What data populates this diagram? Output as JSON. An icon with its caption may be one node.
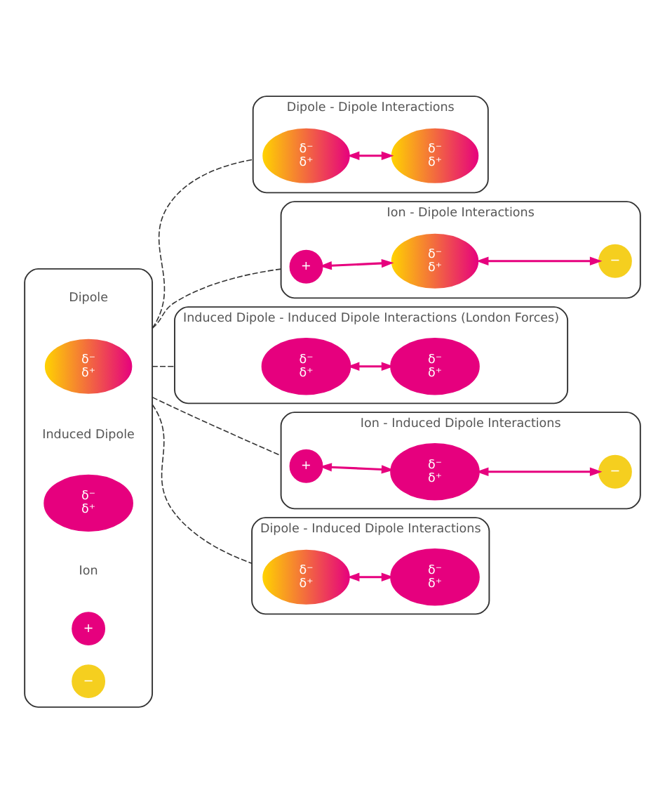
{
  "diagram": {
    "nodes": [
      {
        "text": [],
        "shape": "box"
      },
      {
        "text": [
          "δ⁻",
          "δ⁺"
        ],
        "in": 0
      },
      {
        "text": [
          "δ⁻",
          "δ⁺"
        ],
        "in": 0
      },
      {
        "text": [
          "+"
        ],
        "in": 0
      },
      {
        "text": [
          "−"
        ],
        "in": 0
      },
      {
        "text": [
          "Dipole - Dipole Interactions"
        ]
      },
      {
        "text": [
          "δ⁻",
          "δ⁺"
        ],
        "in": 5
      },
      {
        "text": [
          "δ⁻",
          "δ⁺"
        ],
        "in": 5
      },
      {
        "text": [
          "Ion - Dipole Interactions"
        ]
      },
      {
        "text": [
          "+"
        ],
        "in": 8
      },
      {
        "text": [
          "δ⁻",
          "δ⁺"
        ],
        "in": 8
      },
      {
        "text": [
          "−"
        ],
        "in": 8
      },
      {
        "text": [
          "Induced Dipole - Induced Dipole Interactions (London Forces)"
        ]
      },
      {
        "text": [
          "δ⁻",
          "δ⁺"
        ],
        "in": 12
      },
      {
        "text": [
          "δ⁻",
          "δ⁺"
        ],
        "in": 12
      },
      {
        "text": [
          "Ion - Induced Dipole Interactions"
        ]
      },
      {
        "text": [
          "+"
        ],
        "in": 15
      },
      {
        "text": [
          "δ⁻",
          "δ⁺"
        ],
        "in": 15
      },
      {
        "text": [
          "−"
        ],
        "in": 15
      },
      {
        "text": [
          "Dipole - Induced Dipole Interactions"
        ]
      },
      {
        "text": [
          "δ⁻",
          "δ⁺"
        ],
        "in": 19
      },
      {
        "text": [
          "δ⁻",
          "δ⁺"
        ],
        "in": 19
      }
    ],
    "edges": [
      {
        "from": 6,
        "to": 7,
        "arrow": "both"
      },
      {
        "from": 9,
        "to": 10,
        "arrow": "both"
      },
      {
        "from": 10,
        "to": 11,
        "arrow": "both"
      },
      {
        "from": 13,
        "to": 14,
        "arrow": "both"
      },
      {
        "from": 16,
        "to": 17,
        "arrow": "both"
      },
      {
        "from": 17,
        "to": 18,
        "arrow": "both"
      },
      {
        "from": 20,
        "to": 21,
        "arrow": "both"
      },
      {
        "from": 0,
        "to": 5,
        "arrow": "none",
        "style": "dashed",
        "color": "#333333"
      },
      {
        "from": 0,
        "to": 8,
        "arrow": "none",
        "style": "dashed",
        "color": "#333333"
      },
      {
        "from": 0,
        "to": 12,
        "arrow": "none",
        "style": "dashed",
        "color": "#333333"
      },
      {
        "from": 0,
        "to": 15,
        "arrow": "none",
        "style": "dashed",
        "color": "#333333"
      },
      {
        "from": 0,
        "to": 19,
        "arrow": "none",
        "style": "dashed",
        "color": "#333333"
      }
    ],
    "labels": [
      "Dipole",
      "Induced Dipole",
      "Ion"
    ]
  }
}
